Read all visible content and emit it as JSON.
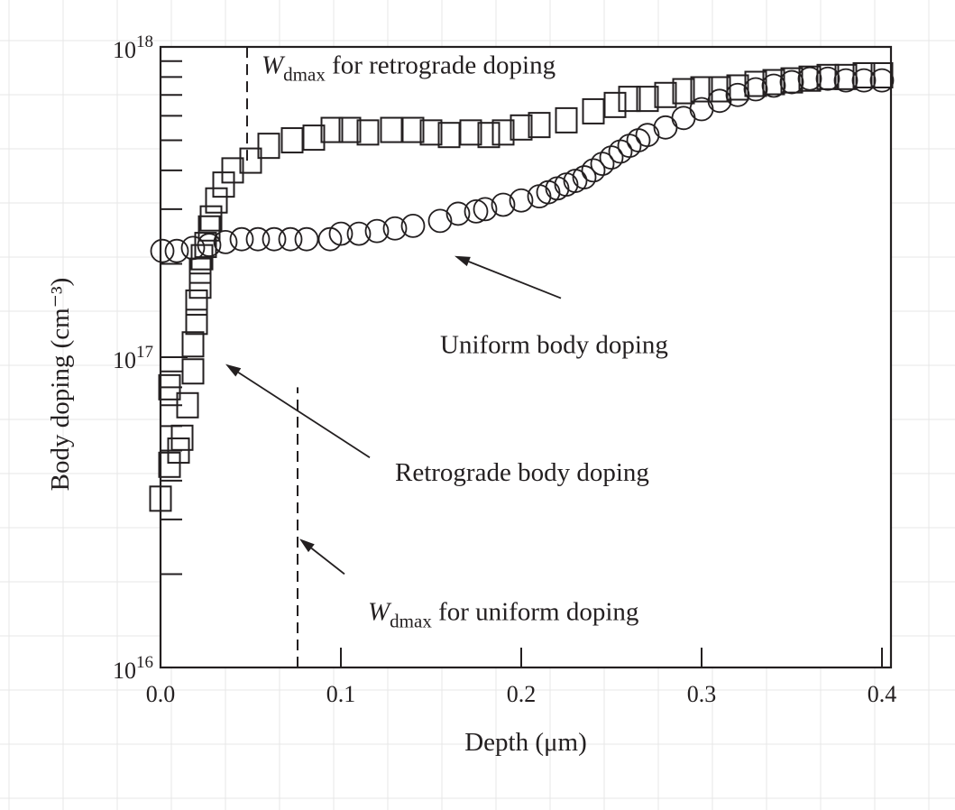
{
  "chart_data": {
    "type": "scatter",
    "title": "",
    "xlabel": "Depth (μm)",
    "ylabel": "Body doping (cm⁻³)",
    "xlim": [
      0,
      0.405
    ],
    "ylim": [
      1e+16,
      1e+18
    ],
    "yscale": "log",
    "x_ticks": [
      0.0,
      0.1,
      0.2,
      0.3,
      0.4
    ],
    "x_tick_labels": [
      "0.0",
      "0.1",
      "0.2",
      "0.3",
      "0.4"
    ],
    "y_ticks": [
      1e+16,
      1e+17,
      1e+18
    ],
    "y_tick_labels": [
      {
        "base": "10",
        "exp": "16"
      },
      {
        "base": "10",
        "exp": "17"
      },
      {
        "base": "10",
        "exp": "18"
      }
    ],
    "grid": false,
    "legend": "none",
    "series": [
      {
        "marker": "circle",
        "color": "#231f20",
        "x": [
          0.001,
          0.009,
          0.018,
          0.027,
          0.036,
          0.045,
          0.054,
          0.063,
          0.072,
          0.081,
          0.094,
          0.1,
          0.11,
          0.12,
          0.13,
          0.14,
          0.155,
          0.165,
          0.175,
          0.18,
          0.19,
          0.2,
          0.21,
          0.215,
          0.22,
          0.225,
          0.23,
          0.235,
          0.24,
          0.245,
          0.25,
          0.255,
          0.26,
          0.265,
          0.27,
          0.28,
          0.29,
          0.3,
          0.31,
          0.32,
          0.33,
          0.34,
          0.35,
          0.36,
          0.37,
          0.38,
          0.39,
          0.4
        ],
        "y": [
          2.2e+17,
          2.2e+17,
          2.25e+17,
          2.3e+17,
          2.35e+17,
          2.4e+17,
          2.4e+17,
          2.4e+17,
          2.4e+17,
          2.4e+17,
          2.4e+17,
          2.5e+17,
          2.5e+17,
          2.55e+17,
          2.6e+17,
          2.65e+17,
          2.75e+17,
          2.9e+17,
          2.95e+17,
          3e+17,
          3.1e+17,
          3.2e+17,
          3.3e+17,
          3.4e+17,
          3.5e+17,
          3.6e+17,
          3.7e+17,
          3.8e+17,
          4e+17,
          4.2e+17,
          4.4e+17,
          4.6e+17,
          4.8e+17,
          5e+17,
          5.2e+17,
          5.5e+17,
          5.9e+17,
          6.3e+17,
          6.7e+17,
          7e+17,
          7.3e+17,
          7.5e+17,
          7.7e+17,
          7.9e+17,
          7.9e+17,
          7.8e+17,
          7.8e+17,
          7.8e+17
        ]
      },
      {
        "marker": "square",
        "color": "#231f20",
        "x": [
          0.0,
          0.005,
          0.005,
          0.01,
          0.012,
          0.015,
          0.018,
          0.018,
          0.02,
          0.02,
          0.022,
          0.022,
          0.023,
          0.025,
          0.027,
          0.028,
          0.031,
          0.035,
          0.04,
          0.05,
          0.06,
          0.073,
          0.085,
          0.095,
          0.105,
          0.115,
          0.128,
          0.14,
          0.15,
          0.16,
          0.172,
          0.182,
          0.19,
          0.2,
          0.21,
          0.225,
          0.24,
          0.252,
          0.26,
          0.27,
          0.28,
          0.29,
          0.3,
          0.31,
          0.32,
          0.33,
          0.34,
          0.35,
          0.36,
          0.37,
          0.38,
          0.39,
          0.4
        ],
        "y": [
          3.5e+16,
          4.5e+16,
          8e+16,
          5e+16,
          5.5e+16,
          7e+16,
          9e+16,
          1.1e+17,
          1.3e+17,
          1.5e+17,
          1.7e+17,
          1.9e+17,
          2.1e+17,
          2.3e+17,
          2.6e+17,
          2.8e+17,
          3.2e+17,
          3.6e+17,
          4e+17,
          4.3e+17,
          4.8e+17,
          5e+17,
          5.1e+17,
          5.4e+17,
          5.4e+17,
          5.3e+17,
          5.4e+17,
          5.4e+17,
          5.3e+17,
          5.2e+17,
          5.3e+17,
          5.2e+17,
          5.3e+17,
          5.5e+17,
          5.6e+17,
          5.8e+17,
          6.2e+17,
          6.5e+17,
          6.8e+17,
          6.8e+17,
          7e+17,
          7.2e+17,
          7.3e+17,
          7.3e+17,
          7.4e+17,
          7.6e+17,
          7.7e+17,
          7.8e+17,
          7.9e+17,
          8e+17,
          8e+17,
          8.1e+17,
          8.1e+17
        ]
      }
    ],
    "vlines": [
      {
        "x": 0.048,
        "y_from": 4.3e+17,
        "y_to": 1e+18,
        "style": "dashed"
      },
      {
        "x": 0.076,
        "y_from": 1e+16,
        "y_to": 8e+16,
        "style": "dashed"
      }
    ],
    "annotations": [
      {
        "symbol": "W",
        "subscript": "dmax",
        "text": " for retrograde doping",
        "x": 0.056,
        "y": 8.2e+17
      },
      {
        "text": "Uniform body doping",
        "x": 0.155,
        "y": 1.03e+17
      },
      {
        "text": "Retrograde body doping",
        "x": 0.13,
        "y": 4e+16
      },
      {
        "symbol": "W",
        "subscript": "dmax",
        "text": " for uniform doping",
        "x": 0.115,
        "y": 1.42e+16
      }
    ],
    "arrows": [
      {
        "from_x": 0.222,
        "from_y": 1.55e+17,
        "to_x": 0.163,
        "to_y": 2.12e+17
      },
      {
        "from_x": 0.116,
        "from_y": 4.75e+16,
        "to_x": 0.036,
        "to_y": 9.5e+16
      },
      {
        "from_x": 0.102,
        "from_y": 2e+16,
        "to_x": 0.077,
        "to_y": 2.6e+16
      }
    ]
  }
}
